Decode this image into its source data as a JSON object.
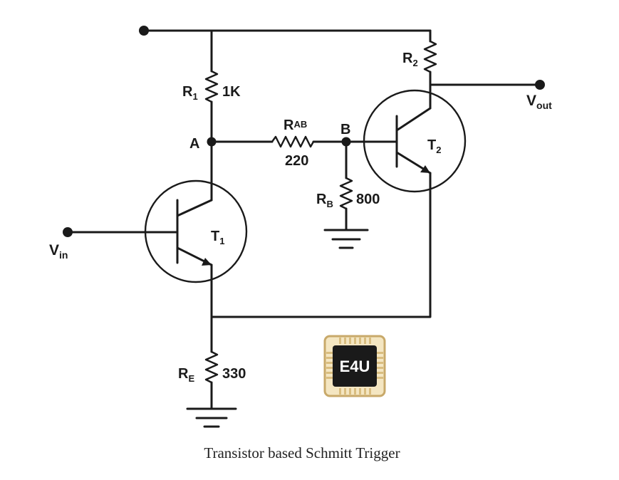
{
  "diagram": {
    "caption": "Transistor based Schmitt Trigger",
    "logo_text": "E4U",
    "nodes": {
      "a": "A",
      "b": "B"
    },
    "inputs": {
      "vin_main": "V",
      "vin_sub": "in"
    },
    "outputs": {
      "vout_main": "V",
      "vout_sub": "out"
    },
    "components": {
      "r1": {
        "main": "R",
        "sub": "1",
        "value": "1K"
      },
      "r2": {
        "main": "R",
        "sub": "2"
      },
      "rab": {
        "main": "R",
        "sub": "AB",
        "value": "220"
      },
      "rb": {
        "main": "R",
        "sub": "B",
        "value": "800"
      },
      "re": {
        "main": "R",
        "sub": "E",
        "value": "330"
      },
      "t1": {
        "main": "T",
        "sub": "1"
      },
      "t2": {
        "main": "T",
        "sub": "2"
      }
    },
    "colors": {
      "wire": "#1a1a1a",
      "chip_body": "#1a1a1a",
      "chip_frame": "#c8a96a",
      "chip_pins": "#e2c98c"
    }
  }
}
